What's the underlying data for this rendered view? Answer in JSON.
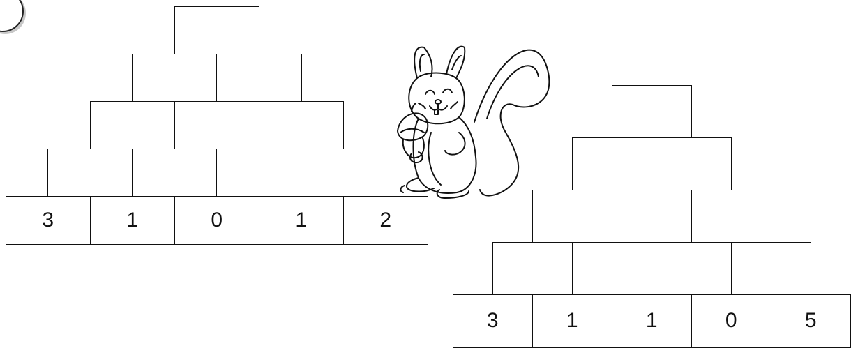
{
  "pyramid_left": {
    "rows": [
      [
        ""
      ],
      [
        "",
        ""
      ],
      [
        "",
        "",
        ""
      ],
      [
        "",
        "",
        "",
        ""
      ],
      [
        "3",
        "1",
        "0",
        "1",
        "2"
      ]
    ]
  },
  "pyramid_right": {
    "rows": [
      [
        ""
      ],
      [
        "",
        ""
      ],
      [
        "",
        "",
        ""
      ],
      [
        "",
        "",
        "",
        ""
      ],
      [
        "3",
        "1",
        "1",
        "0",
        "5"
      ]
    ]
  },
  "illustration": {
    "icon": "squirrel-with-acorn-icon"
  },
  "colors": {
    "line": "#111111",
    "background": "#ffffff",
    "badge_shadow": "#c8c8c8"
  }
}
